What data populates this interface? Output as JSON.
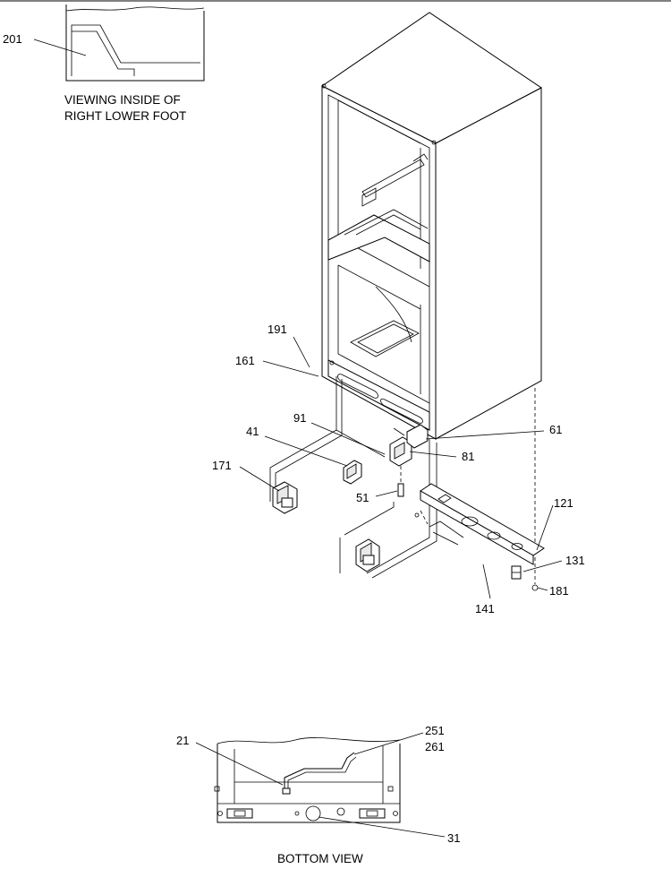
{
  "inset": {
    "callout": "201",
    "caption_line1": "VIEWING INSIDE OF",
    "caption_line2": "RIGHT LOWER FOOT"
  },
  "callouts": {
    "c191": "191",
    "c161": "161",
    "c91": "91",
    "c41": "41",
    "c61": "61",
    "c171": "171",
    "c81": "81",
    "c51": "51",
    "c121": "121",
    "c131": "131",
    "c181": "181",
    "c141": "141"
  },
  "bottom_view": {
    "caption": "BOTTOM VIEW",
    "c21": "21",
    "c251": "251",
    "c261": "261",
    "c31": "31"
  }
}
